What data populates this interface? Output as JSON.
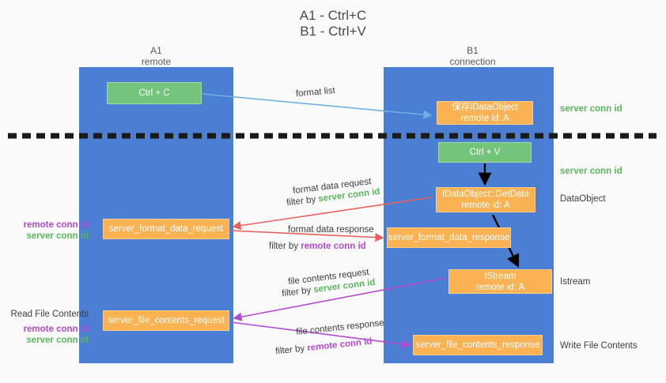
{
  "title": {
    "line1": "A1 - Ctrl+C",
    "line2": "B1 - Ctrl+V"
  },
  "columns": {
    "a": {
      "name": "A1",
      "role": "remote"
    },
    "b": {
      "name": "B1",
      "role": "connection"
    }
  },
  "boxes": {
    "ctrl_c": {
      "line1": "Ctrl + C"
    },
    "save_dataobject": {
      "line1": "保存IDataObject",
      "line2": "remote id: A"
    },
    "ctrl_v": {
      "line1": "Ctrl + V"
    },
    "getdata": {
      "line1": "IDataObject::GetData",
      "line2": "remote id: A"
    },
    "server_format_data_request": {
      "line1": "server_format_data_request"
    },
    "server_format_data_response": {
      "line1": "server_format_data_response"
    },
    "istream": {
      "line1": "IStream",
      "line2": "remote id: A"
    },
    "server_file_contents_request": {
      "line1": "server_file_contents_request"
    },
    "server_file_contents_response": {
      "line1": "server_file_contents_response"
    }
  },
  "arrow_labels": {
    "format_list": "format list",
    "format_data_request": "format data request",
    "format_data_request_filter_prefix": "filter by ",
    "format_data_request_filter_value": "server conn id",
    "format_data_response": "format data response",
    "format_data_response_filter_prefix": "filter by ",
    "format_data_response_filter_value": "remote conn id",
    "file_contents_request": "file contents request",
    "file_contents_request_filter_prefix": "filter by ",
    "file_contents_request_filter_value": "server conn id",
    "file_contents_response": "file contents response",
    "file_contents_response_filter_prefix": "filter by ",
    "file_contents_response_filter_value": "remote conn id"
  },
  "side_labels": {
    "right_server_conn_id_top": "server conn id",
    "right_server_conn_id_mid": "server conn id",
    "right_dataobject": "DataObject",
    "right_istream": "Istream",
    "right_write_file_contents": "Write File Contents",
    "left_remote_conn_id_1": "remote conn id",
    "left_server_conn_id_1": "server conn id",
    "left_read_file_contents": "Read File Contents",
    "left_remote_conn_id_2": "remote conn id",
    "left_server_conn_id_2": "server conn id"
  },
  "colors": {
    "lane": "#4a7fd4",
    "green_box": "#74c47c",
    "orange_box": "#fbb252",
    "server_conn_id": "#5bb75b",
    "remote_conn_id": "#b44ad0",
    "arrow_blue": "#72b0e0",
    "arrow_red": "#e8605d",
    "arrow_purple": "#b44ad0",
    "arrow_black": "#000000",
    "background": "#fafafa"
  }
}
